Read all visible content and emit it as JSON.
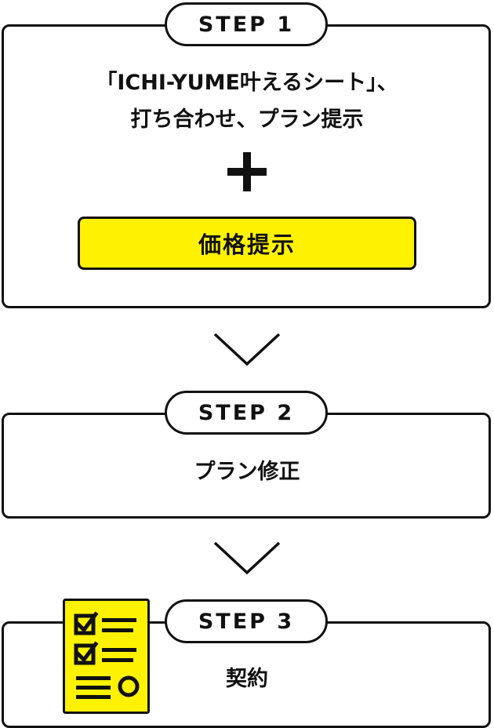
{
  "steps": [
    {
      "label": "STEP 1",
      "lines": [
        "「ICHI-YUME叶えるシート」、",
        "打ち合わせ、プラン提示"
      ],
      "highlight": "価格提示"
    },
    {
      "label": "STEP 2",
      "text": "プラン修正"
    },
    {
      "label": "STEP 3",
      "text": "契約"
    }
  ],
  "colors": {
    "accent_yellow": "#fff200",
    "line": "#111111",
    "background": "#ffffff"
  },
  "icons": {
    "plus": "plus-icon",
    "arrow": "chevron-down-icon",
    "document": "checklist-document-icon"
  }
}
